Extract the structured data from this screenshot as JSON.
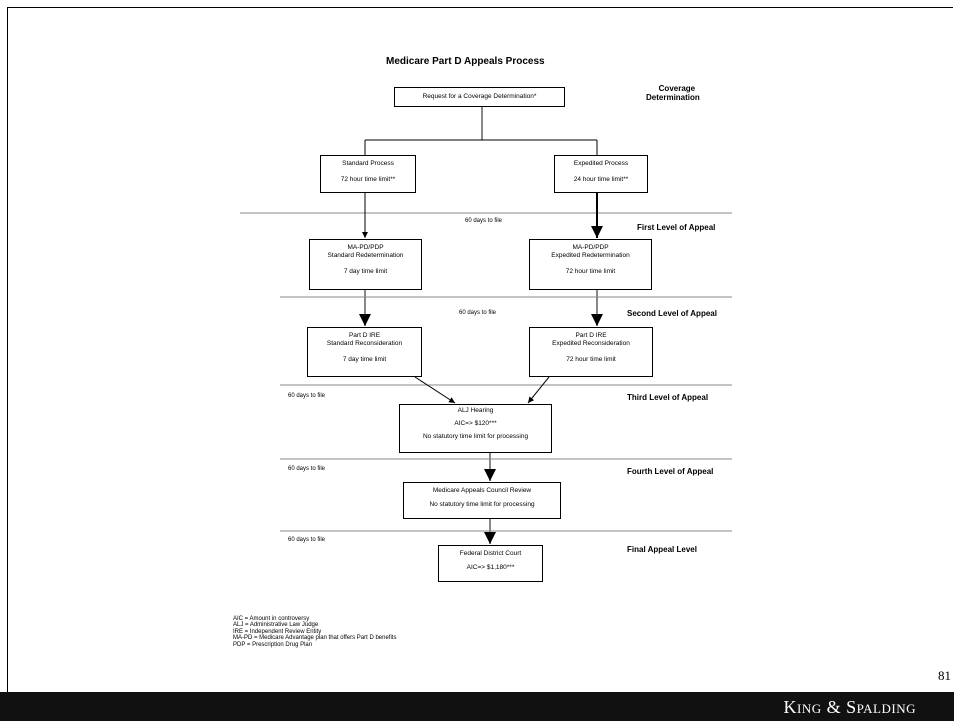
{
  "diagram": {
    "title": "Medicare Part D Appeals Process",
    "levels": {
      "coverage_line1": "Coverage",
      "coverage_line2": "Determination",
      "first": "First Level of Appeal",
      "second": "Second Level of Appeal",
      "third": "Third Level of Appeal",
      "fourth": "Fourth Level of Appeal",
      "final": "Final Appeal Level"
    },
    "boxes": {
      "request": "Request for a Coverage Determination*",
      "standard_process": {
        "line1": "Standard Process",
        "line2": "72 hour time limit**"
      },
      "expedited_process": {
        "line1": "Expedited Process",
        "line2": "24 hour time limit**"
      },
      "std_redetermination": {
        "line1": "MA-PD/PDP",
        "line2": "Standard Redetermination",
        "line3": "7 day time limit"
      },
      "exp_redetermination": {
        "line1": "MA-PD/PDP",
        "line2": "Expedited Redetermination",
        "line3": "72 hour time limit"
      },
      "std_reconsideration": {
        "line1": "Part D IRE",
        "line2": "Standard Reconsideration",
        "line3": "7 day time limit"
      },
      "exp_reconsideration": {
        "line1": "Part D IRE",
        "line2": "Expedited Reconsideration",
        "line3": "72 hour time limit"
      },
      "alj_hearing": {
        "line1": "ALJ Hearing",
        "line2": "AIC=> $120***",
        "line3": "No statutory time limit for processing"
      },
      "council_review": {
        "line1": "Medicare Appeals Council Review",
        "line2": "No statutory time limit for processing"
      },
      "district_court": {
        "line1": "Federal District Court",
        "line2": "AIC=> $1,180***"
      }
    },
    "days_labels": {
      "first": "60 days to file",
      "second": "60 days to file",
      "third": "60 days to file",
      "fourth": "60 days to file",
      "final": "60 days to file"
    },
    "legend": [
      "AIC = Amount in controversy",
      "ALJ = Administrative Law Judge",
      "IRE = Independent Review Entity",
      "MA-PD = Medicare Advantage plan that offers Part D benefits",
      "PDP = Prescription Drug Plan"
    ]
  },
  "slide": {
    "page_number": "81",
    "brand": "King & Spalding"
  },
  "colors": {
    "footer": "#111111",
    "line": "#000000",
    "separator": "#888888"
  }
}
